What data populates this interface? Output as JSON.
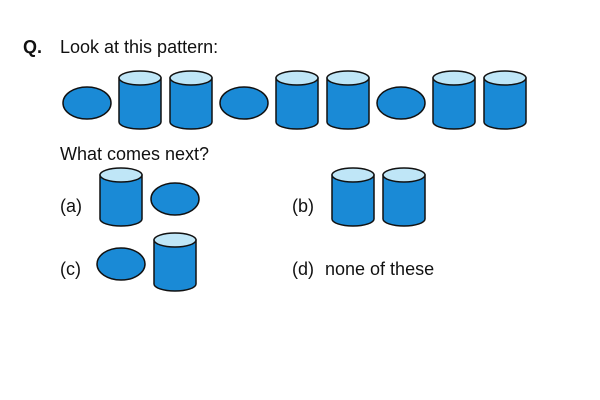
{
  "question": {
    "number": "Q.",
    "prompt": "Look at this pattern:",
    "sub_prompt": "What comes next?"
  },
  "pattern": [
    "ellipse",
    "cylinder",
    "cylinder",
    "ellipse",
    "cylinder",
    "cylinder",
    "ellipse",
    "cylinder",
    "cylinder"
  ],
  "options": [
    {
      "label": "(a)",
      "shapes": [
        "cylinder",
        "ellipse"
      ]
    },
    {
      "label": "(b)",
      "shapes": [
        "cylinder",
        "cylinder"
      ]
    },
    {
      "label": "(c)",
      "shapes": [
        "ellipse",
        "cylinder"
      ]
    },
    {
      "label": "(d)",
      "text": "none of these"
    }
  ],
  "colors": {
    "shape_fill": "#1a8ad6",
    "cylinder_top": "#bfe6f7",
    "outline": "#111111"
  }
}
